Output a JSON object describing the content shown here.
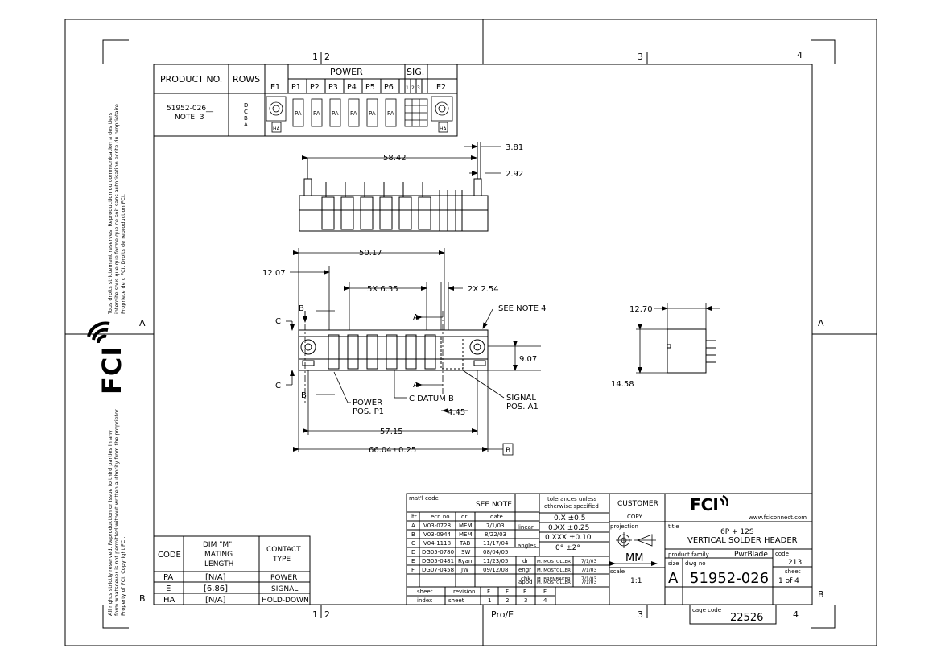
{
  "zones": {
    "top": [
      "1",
      "2",
      "3",
      "4"
    ],
    "bottom": [
      "1",
      "2",
      "Pro/E",
      "3",
      "4"
    ],
    "side": [
      "A",
      "B"
    ]
  },
  "header_table": {
    "product_no_label": "PRODUCT NO.",
    "rows_label": "ROWS",
    "power_label": "POWER",
    "sig_label": "SIG.",
    "positions": [
      "E1",
      "P1",
      "P2",
      "P3",
      "P4",
      "P5",
      "P6",
      "1",
      "2",
      "3",
      "E2"
    ],
    "product_no_value": "51952-026__",
    "product_note": "NOTE: 3",
    "rows_value": [
      "D",
      "C",
      "B",
      "A"
    ],
    "pa_label": "PA",
    "ha_label": "HA"
  },
  "dimensions": {
    "d_3_81": "3.81",
    "d_58_42": "58.42",
    "d_2_92": "2.92",
    "d_50_17": "50.17",
    "d_12_07": "12.07",
    "d_5x_6_35": "5X 6.35",
    "d_2x_2_54": "2X 2.54",
    "see_note_4": "SEE NOTE 4",
    "d_9_07": "9.07",
    "d_4_45": "4.45",
    "d_57_15": "57.15",
    "d_66_04": "66.04±0.25",
    "d_12_70": "12.70",
    "d_14_58": "14.58",
    "datum_b": "B",
    "section_a": "A",
    "section_b": "B",
    "section_c": "C",
    "power_pos_1": "POWER",
    "power_pos_2": "POS. P1",
    "signal_pos_1": "SIGNAL",
    "signal_pos_2": "POS. A1",
    "centerline_label": "C DATUM B"
  },
  "legal": {
    "french_1": "Tous droits strictement reserves.  Reproduction ou communication a des tiers",
    "french_2": "interdite sous quelque forme que ce soit sans autorisation ecrite du proprietaire.",
    "french_3": "Propriete de c FCI.  Droits de reproduction FCI.",
    "english_1": "All rights strictly reserved.  Reproduction or issue to third parties in any",
    "english_2": "form whatsoever is not permitted without written authority from the proprietor.",
    "english_3": "Property of FCI.  Copyright FCI."
  },
  "brand": {
    "logo": "FCI",
    "website": "www.fciconnect.com"
  },
  "code_table": {
    "headers": [
      "CODE",
      "DIM \"M\"",
      "MATING",
      "LENGTH",
      "CONTACT",
      "TYPE"
    ],
    "rows": [
      {
        "code": "PA",
        "dim": "[N/A]",
        "type": "POWER"
      },
      {
        "code": "E",
        "dim": "[6.86]",
        "type": "SIGNAL"
      },
      {
        "code": "HA",
        "dim": "[N/A]",
        "type": "HOLD-DOWN"
      }
    ]
  },
  "title_block": {
    "matl_code_label": "mat'l code",
    "matl_code_value": "SEE NOTE",
    "tolerances_1": "tolerances unless",
    "tolerances_2": "otherwise specified",
    "customer": "CUSTOMER",
    "copy": "COPY",
    "rev_headers": [
      "ltr",
      "ecn no.",
      "dr",
      "date"
    ],
    "revisions": [
      {
        "ltr": "A",
        "ecn": "V03-0728",
        "dr": "MEM",
        "date": "7/1/03"
      },
      {
        "ltr": "B",
        "ecn": "V03-0944",
        "dr": "MEM",
        "date": "8/22/03"
      },
      {
        "ltr": "C",
        "ecn": "V04-1118",
        "dr": "TAB",
        "date": "11/17/04"
      },
      {
        "ltr": "D",
        "ecn": "DG05-0780",
        "dr": "SW",
        "date": "08/04/05"
      },
      {
        "ltr": "E",
        "ecn": "DG05-0481",
        "dr": "Ryan",
        "date": "11/23/05"
      },
      {
        "ltr": "F",
        "ecn": "DG07-0458",
        "dr": "JW",
        "date": "09/12/08"
      }
    ],
    "linear_label": "linear",
    "tol_x": "0.X  ±0.5",
    "tol_xx": "0.XX ±0.25",
    "tol_xxx": "0.XXX ±0.10",
    "angles_label": "angles",
    "tol_angles": "0°  ±2°",
    "approvals": [
      {
        "role": "dr",
        "name": "M. MOSTOLLER",
        "date": "7/1/03"
      },
      {
        "role": "engr",
        "name": "M. MOSTOLLER",
        "date": "7/1/03"
      },
      {
        "role": "chk",
        "name": "M. BRENBAKER",
        "date": "7/1/03"
      },
      {
        "role": "appd",
        "name": "M. MOSTOLLER",
        "date": "7/1/03"
      }
    ],
    "projection_label": "projection",
    "units": "MM",
    "scale_label": "scale",
    "scale_value": "1:1",
    "title_label": "title",
    "title_1": "6P + 12S",
    "title_2": "VERTICAL SOLDER HEADER",
    "product_family_label": "product family",
    "product_family_value": "PwrBlade",
    "code_label": "code",
    "code_value": "213",
    "size_label": "size",
    "size_value": "A",
    "dwg_no_label": "dwg no",
    "dwg_no_value": "51952-026",
    "sheet_label": "sheet",
    "sheet_value": "1 of 4",
    "sheet_index": {
      "sheet_label": "sheet",
      "revision_label": "revision",
      "index_label": "index",
      "sheet2_label": "sheet",
      "revisions": [
        "F",
        "F",
        "F",
        "F"
      ],
      "sheets": [
        "1",
        "2",
        "3",
        "4"
      ]
    },
    "cage_code_label": "cage code",
    "cage_code_value": "22526"
  }
}
